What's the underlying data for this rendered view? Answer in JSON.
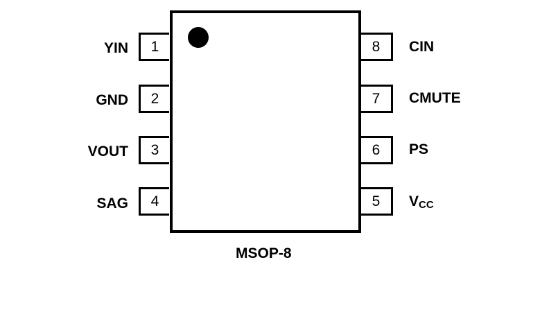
{
  "diagram": {
    "type": "ic-pinout",
    "package_name": "MSOP-8",
    "pin1_marker": "dot",
    "left_pins": [
      {
        "number": "1",
        "label": "YIN"
      },
      {
        "number": "2",
        "label": "GND"
      },
      {
        "number": "3",
        "label": "VOUT"
      },
      {
        "number": "4",
        "label": "SAG"
      }
    ],
    "right_pins": [
      {
        "number": "8",
        "label": "CIN"
      },
      {
        "number": "7",
        "label": "CMUTE"
      },
      {
        "number": "6",
        "label": "PS"
      },
      {
        "number": "5",
        "label": "V",
        "label_subscript": "CC"
      }
    ]
  }
}
